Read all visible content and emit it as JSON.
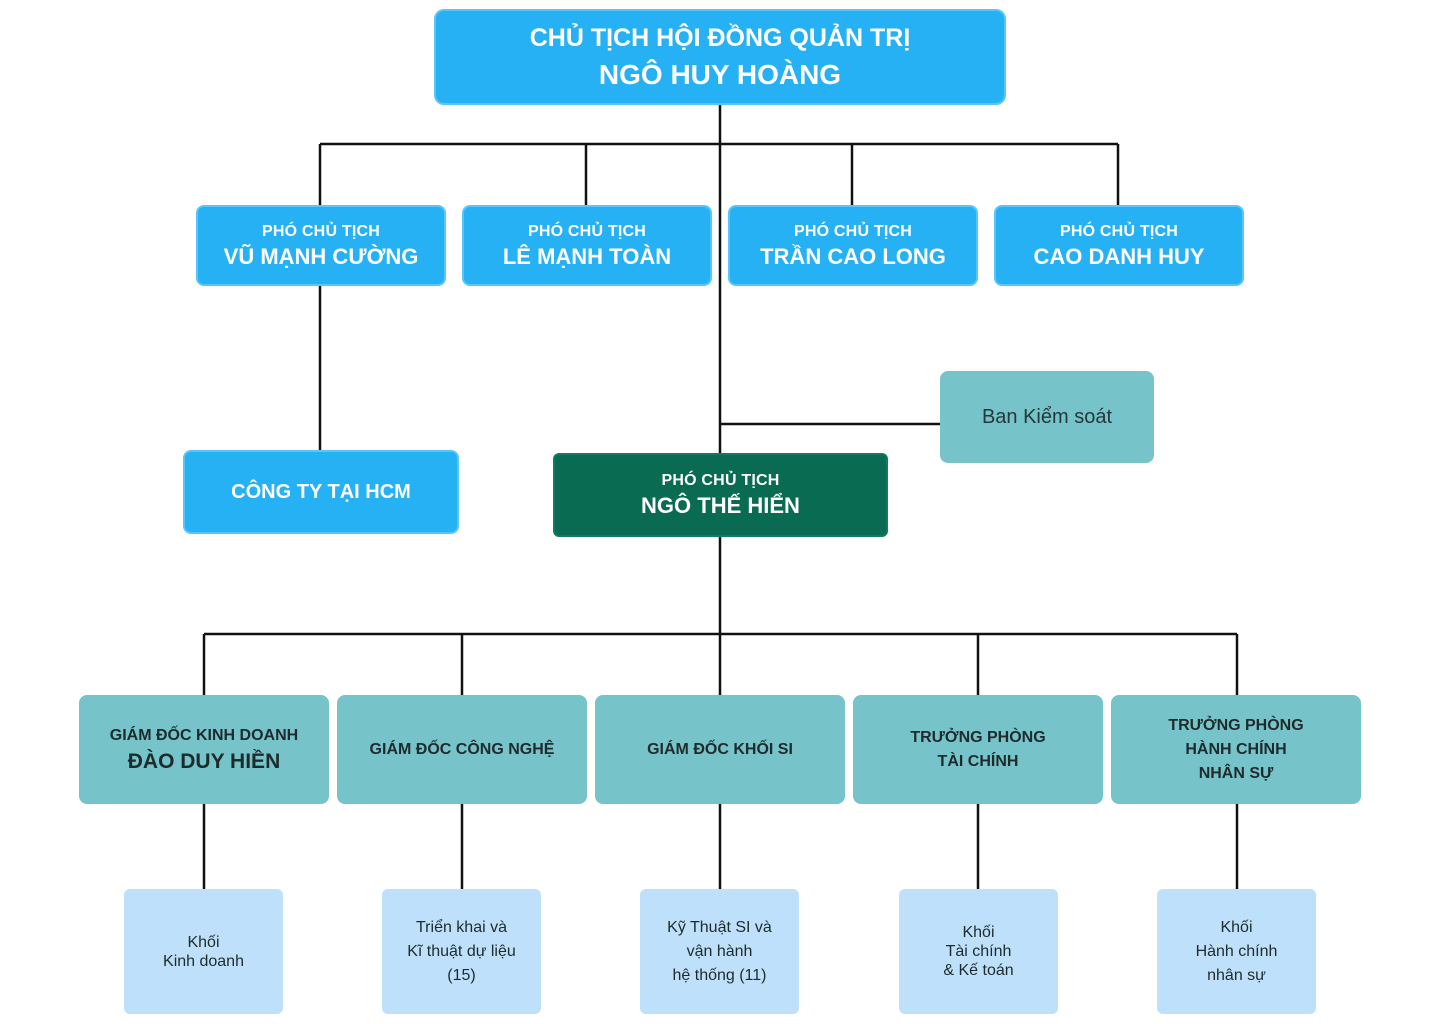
{
  "chairman": {
    "title": "CHỦ TỊCH HỘI ĐỒNG QUẢN TRỊ",
    "name": "NGÔ HUY HOÀNG"
  },
  "vice_chairs": [
    {
      "title": "PHÓ CHỦ TỊCH",
      "name": "VŨ MẠNH CƯỜNG"
    },
    {
      "title": "PHÓ CHỦ TỊCH",
      "name": "LÊ MẠNH TOÀN"
    },
    {
      "title": "PHÓ CHỦ TỊCH",
      "name": "TRẦN CAO LONG"
    },
    {
      "title": "PHÓ CHỦ TỊCH",
      "name": "CAO DANH HUY"
    }
  ],
  "hcm_company": {
    "label": "CÔNG TY TẠI HCM"
  },
  "control_board": {
    "label": "Ban Kiểm soát"
  },
  "executive": {
    "title": "PHÓ CHỦ TỊCH",
    "name": "NGÔ THẾ HIỂN"
  },
  "directors": [
    {
      "lines": [
        "GIÁM ĐỐC KINH DOANH"
      ],
      "name": "ĐÀO DUY HIỀN"
    },
    {
      "lines": [
        "GIÁM ĐỐC CÔNG NGHỆ"
      ]
    },
    {
      "lines": [
        "GIÁM ĐỐC KHỐI SI"
      ]
    },
    {
      "lines": [
        "TRƯỞNG PHÒNG",
        "TÀI CHÍNH"
      ]
    },
    {
      "lines": [
        "TRƯỞNG PHÒNG",
        "HÀNH CHÍNH",
        "NHÂN SỰ"
      ]
    }
  ],
  "units": [
    {
      "lines": [
        "Khối",
        "Kinh doanh"
      ]
    },
    {
      "lines": [
        "Triển khai và",
        "Kĩ thuật dự liệu",
        "(15)"
      ]
    },
    {
      "lines": [
        "Kỹ Thuật SI và",
        "vận hành",
        "hệ thống (11)"
      ]
    },
    {
      "lines": [
        "Khối",
        "Tài chính",
        "& Kế toán"
      ]
    },
    {
      "lines": [
        "Khối",
        "Hành chính",
        "nhân sự"
      ]
    }
  ],
  "colors": {
    "primary_blue": "#27b1f5",
    "executive_green": "#086b52",
    "director_teal": "#76c3c9",
    "unit_light_blue": "#bee0fa",
    "connector": "#111111"
  }
}
